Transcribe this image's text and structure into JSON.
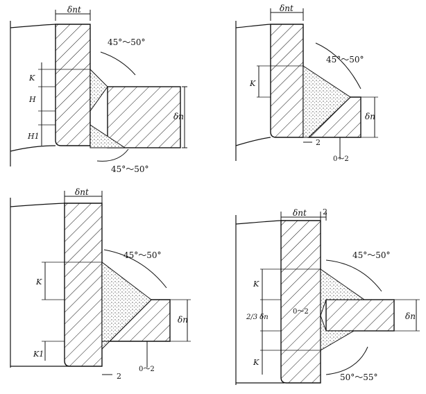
{
  "colors": {
    "ink": "#111111",
    "weld": "#d8d8d8",
    "paper": "#ffffff"
  },
  "panels": [
    {
      "thk_top": "δnt",
      "angle_top": "45°～50°",
      "angle_bottom": "45°～50°",
      "dims_left": [
        "K",
        "H",
        "H1"
      ],
      "dim_right": "δn"
    },
    {
      "thk_top": "δnt",
      "angle_top": "45°～50°",
      "dims_left": [
        "K"
      ],
      "dim_right": "δn",
      "gap_h": "2",
      "gap_v": "0～2"
    },
    {
      "thk_top": "δnt",
      "angle_top": "45°～50°",
      "dims_left": [
        "K",
        "K1"
      ],
      "dim_right": "δn",
      "gap_h": "2",
      "gap_v": "0～2"
    },
    {
      "thk_top": "δnt",
      "thk_top_2": "2",
      "angle_top": "45°～50°",
      "angle_bottom": "50°～55°",
      "dims_left": [
        "K",
        "2/3 δn",
        "K"
      ],
      "dim_right": "δn",
      "gap_v": "0～2"
    }
  ]
}
